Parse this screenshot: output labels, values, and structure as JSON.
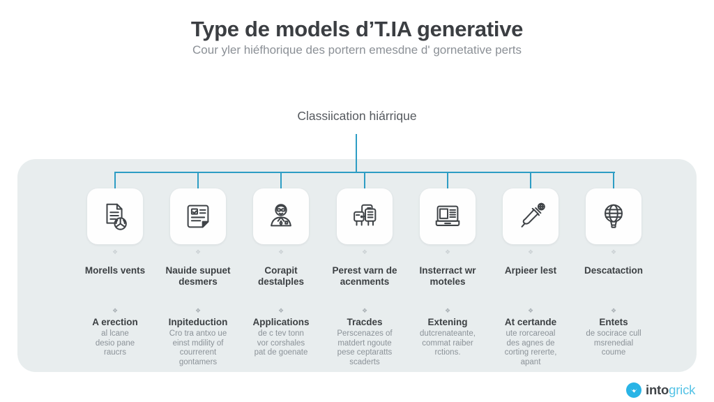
{
  "header": {
    "title": "Type de models d’T.IA generative",
    "subtitle": "Cour yler hiéfhorique des portern emesdne d' gornetative perts"
  },
  "tree": {
    "root_label": "Classiication hiárrique"
  },
  "glyphs": {
    "diamond": "❖"
  },
  "accent_color": "#2d9dc4",
  "panel_color": "#e8edee",
  "columns": [
    {
      "icon": "document-globe-icon",
      "title": "Morells vents",
      "subtitle": "A erection",
      "description": "al lcane\ndesio pane\nraucrs"
    },
    {
      "icon": "note-document-icon",
      "title": "Nauide supuet desmers",
      "subtitle": "Inpiteduction",
      "description": "Cro tra antxo ue\neinst mdility of\ncourrerent\ngontamers"
    },
    {
      "icon": "person-avatar-icon",
      "title": "Corapit destalples",
      "subtitle": "Applications",
      "description": "de c tev tonn\nvor corshales\npat de goenate"
    },
    {
      "icon": "devices-icon",
      "title": "Perest varn de acenments",
      "subtitle": "Tracdes",
      "description": "Perscenazes of\nmatdert ngoute\npese ceptaratts\nscaderts"
    },
    {
      "icon": "monitor-icon",
      "title": "Insterract wr moteles",
      "subtitle": "Extening",
      "description": "dutcrenateante,\ncommat raiber\nrctions."
    },
    {
      "icon": "megaphone-icon",
      "title": "Arpieer lest",
      "subtitle": "At certande",
      "description": "ute rorcareoal\ndes agnes de\ncorting rererte,\napant"
    },
    {
      "icon": "balloon-globe-icon",
      "title": "Descataction",
      "subtitle": "Entets",
      "description": "de socirace cull\nmsrenedial\ncoume"
    }
  ],
  "footer": {
    "logo_text_dark": "into",
    "logo_text_light": "grick"
  }
}
